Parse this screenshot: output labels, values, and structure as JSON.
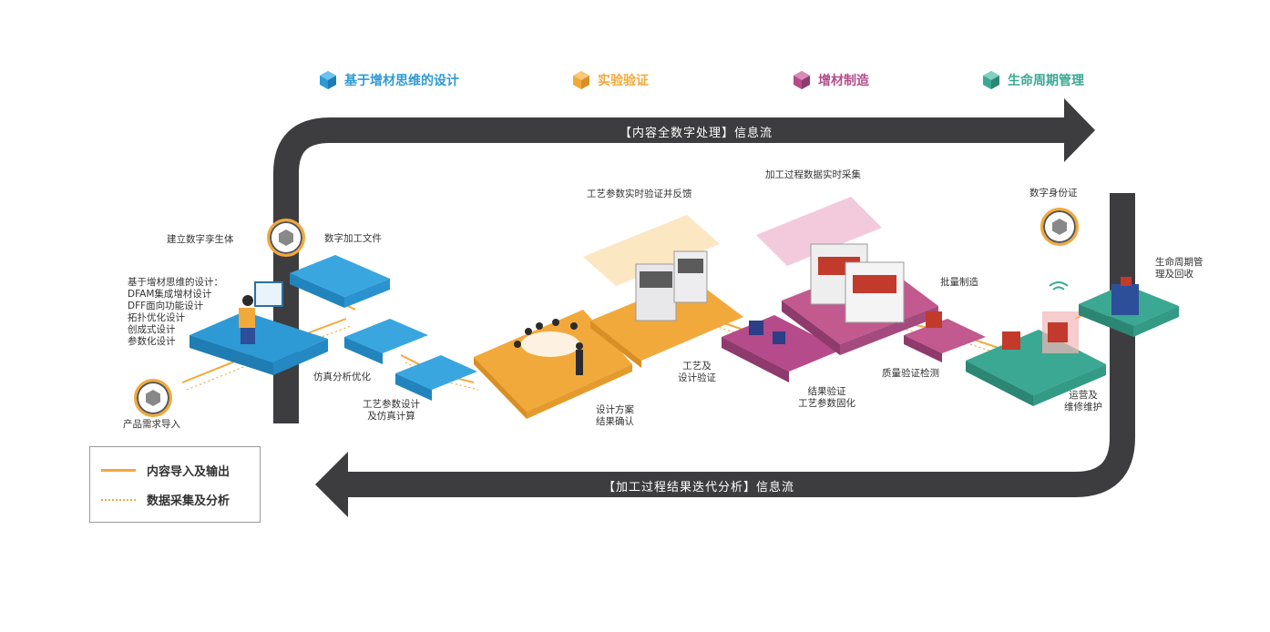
{
  "headers": [
    {
      "label": "基于增材思维的设计",
      "color": "#2d9ad6"
    },
    {
      "label": "实验验证",
      "color": "#f2a93b"
    },
    {
      "label": "增材制造",
      "color": "#b54b8a"
    },
    {
      "label": "生命周期管理",
      "color": "#3aa892"
    }
  ],
  "flows": {
    "top": "【内容全数字处理】信息流",
    "bottom": "【加工过程结果迭代分析】信息流"
  },
  "labels": {
    "digital_twin": "建立数字孪生体",
    "digital_file": "数字加工文件",
    "design_list": [
      "基于增材思维的设计：",
      "DFAM集成增材设计",
      "DFF面向功能设计",
      "拓扑优化设计",
      "创成式设计",
      "参数化设计"
    ],
    "product_import": "产品需求导入",
    "sim_opt": "仿真分析优化",
    "process_design": [
      "工艺参数设计",
      "及仿真计算"
    ],
    "realtime_verify": "工艺参数实时验证并反馈",
    "design_confirm": [
      "设计方案",
      "结果确认"
    ],
    "process_verify": [
      "工艺及",
      "设计验证"
    ],
    "realtime_collect": "加工过程数据实时采集",
    "batch_mfg": "批量制造",
    "result_verify": [
      "结果验证",
      "工艺参数固化"
    ],
    "quality_check": "质量验证检测",
    "digital_id": "数字身份证",
    "lifecycle_archive": [
      "生命周期管",
      "理及回收"
    ],
    "ops_maint": [
      "运营及",
      "维修维护"
    ]
  },
  "legend": {
    "solid": "内容导入及输出",
    "dashed": "数据采集及分析"
  }
}
